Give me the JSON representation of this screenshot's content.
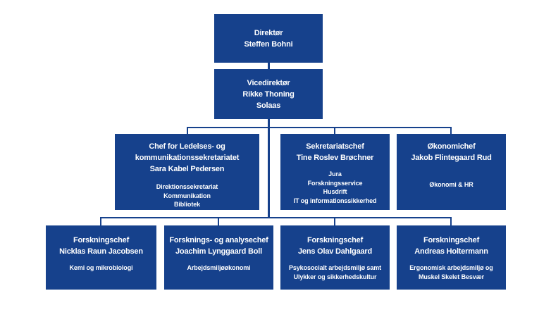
{
  "colors": {
    "box_fill": "#16418C",
    "connector": "#16418C",
    "text": "#FFFFFF",
    "background": "#FFFFFF"
  },
  "nodes": [
    {
      "id": "direktor",
      "title_lines": [
        "Direktør",
        "Steffen Bohni"
      ],
      "detail_lines": []
    },
    {
      "id": "vicedirektor",
      "title_lines": [
        "Vicedirektør",
        "Rikke Thoning",
        "Solaas"
      ],
      "detail_lines": []
    },
    {
      "id": "chef-ledelses-kommunikationssekretariat",
      "title_lines": [
        "Chef for Ledelses- og",
        "kommunikationssekretariatet",
        "Sara Kabel Pedersen"
      ],
      "detail_lines": [
        "Direktionssekretariat",
        "Kommunikation",
        "Bibliotek"
      ]
    },
    {
      "id": "sekretariatschef",
      "title_lines": [
        "Sekretariatschef",
        "Tine Roslev Brøchner"
      ],
      "detail_lines": [
        "Jura",
        "Forskningsservice",
        "Husdrift",
        "IT og informationssikkerhed"
      ]
    },
    {
      "id": "okonomichef",
      "title_lines": [
        "Økonomichef",
        "Jakob Flintegaard Rud"
      ],
      "detail_lines": [
        "Økonomi & HR"
      ]
    },
    {
      "id": "forskningschef-kemi",
      "title_lines": [
        "Forskningschef",
        "Nicklas Raun Jacobsen"
      ],
      "detail_lines": [
        "Kemi og mikrobiologi"
      ]
    },
    {
      "id": "forsknings-og-analysechef",
      "title_lines": [
        "Forsknings- og analysechef",
        "Joachim Lynggaard Boll"
      ],
      "detail_lines": [
        "Arbejdsmiljøøkonomi"
      ]
    },
    {
      "id": "forskningschef-psykosocialt",
      "title_lines": [
        "Forskningschef",
        "Jens Olav Dahlgaard"
      ],
      "detail_lines": [
        "Psykosocialt arbejdsmiljø samt",
        "Ulykker og sikkerhedskultur"
      ]
    },
    {
      "id": "forskningschef-ergonomi",
      "title_lines": [
        "Forskningschef",
        "Andreas Holtermann"
      ],
      "detail_lines": [
        "Ergonomisk arbejdsmiljø og",
        "Muskel Skelet Besvær"
      ]
    }
  ]
}
